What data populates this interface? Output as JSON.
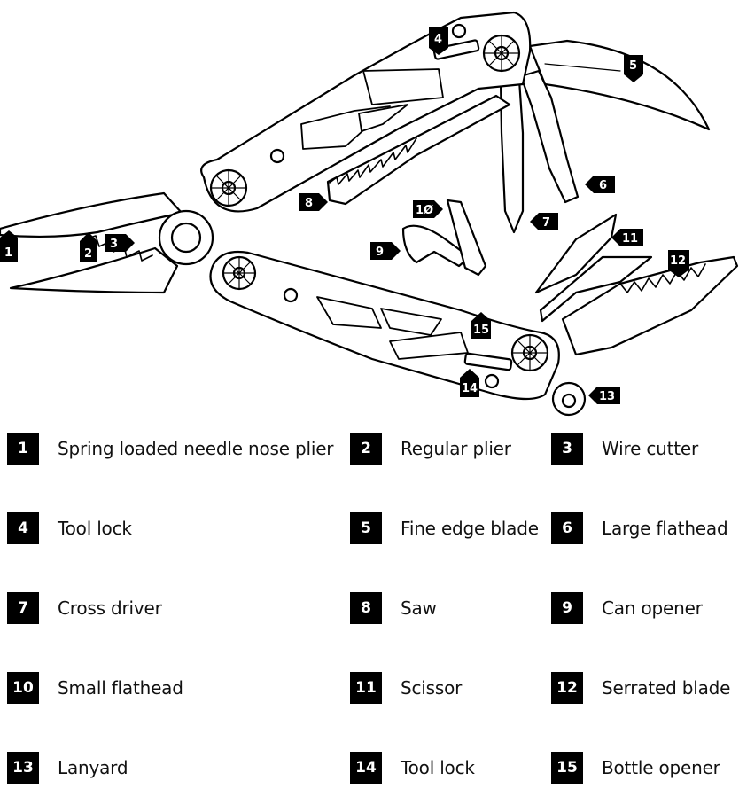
{
  "callouts": [
    {
      "n": "1",
      "label": "Spring loaded needle nose plier"
    },
    {
      "n": "2",
      "label": "Regular plier"
    },
    {
      "n": "3",
      "label": "Wire cutter"
    },
    {
      "n": "4",
      "label": "Tool lock"
    },
    {
      "n": "5",
      "label": "Fine edge blade"
    },
    {
      "n": "6",
      "label": "Large flathead"
    },
    {
      "n": "7",
      "label": "Cross driver"
    },
    {
      "n": "8",
      "label": "Saw"
    },
    {
      "n": "9",
      "label": "Can opener"
    },
    {
      "n": "10",
      "label": "Small flathead"
    },
    {
      "n": "11",
      "label": "Scissor"
    },
    {
      "n": "12",
      "label": "Serrated blade"
    },
    {
      "n": "13",
      "label": "Lanyard"
    },
    {
      "n": "14",
      "label": "Tool lock"
    },
    {
      "n": "15",
      "label": "Bottle opener"
    }
  ],
  "diagram_tags": {
    "t1": "1",
    "t2": "2",
    "t3": "3",
    "t4": "4",
    "t5": "5",
    "t6": "6",
    "t7": "7",
    "t8": "8",
    "t9": "9",
    "t10": "1Ø",
    "t11": "11",
    "t12": "12",
    "t13": "13",
    "t14": "14",
    "t15": "15"
  },
  "colors": {
    "ink": "#000000",
    "paper": "#ffffff"
  }
}
